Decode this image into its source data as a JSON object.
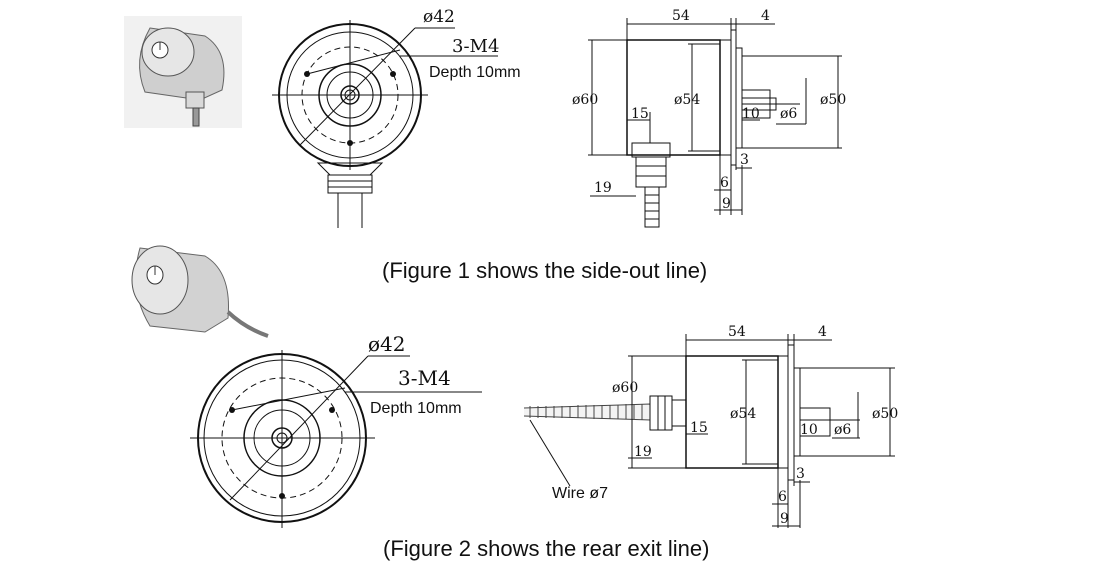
{
  "figure1": {
    "caption": "(Figure 1 shows the side-out line)",
    "front": {
      "flange_dia": "ø42",
      "thread": "3-M4",
      "depth": "Depth 10mm"
    },
    "side": {
      "body_length": "54",
      "flange_width": "4",
      "body_dia": "ø60",
      "inner_dia": "ø54",
      "mount_dia": "ø50",
      "exit_offset": "15",
      "cable_len": "19",
      "shaft_len": "10",
      "shaft_dia": "ø6",
      "step3": "3",
      "step6": "6",
      "step9": "9"
    }
  },
  "figure2": {
    "caption": "(Figure 2 shows the rear exit line)",
    "front": {
      "flange_dia": "ø42",
      "thread": "3-M4",
      "depth": "Depth 10mm"
    },
    "side": {
      "body_length": "54",
      "flange_width": "4",
      "body_dia": "ø60",
      "inner_dia": "ø54",
      "mount_dia": "ø50",
      "exit_offset": "15",
      "cable_len": "19",
      "shaft_len": "10",
      "shaft_dia": "ø6",
      "step3": "3",
      "step6": "6",
      "step9": "9",
      "wire": "Wire ø7"
    }
  }
}
